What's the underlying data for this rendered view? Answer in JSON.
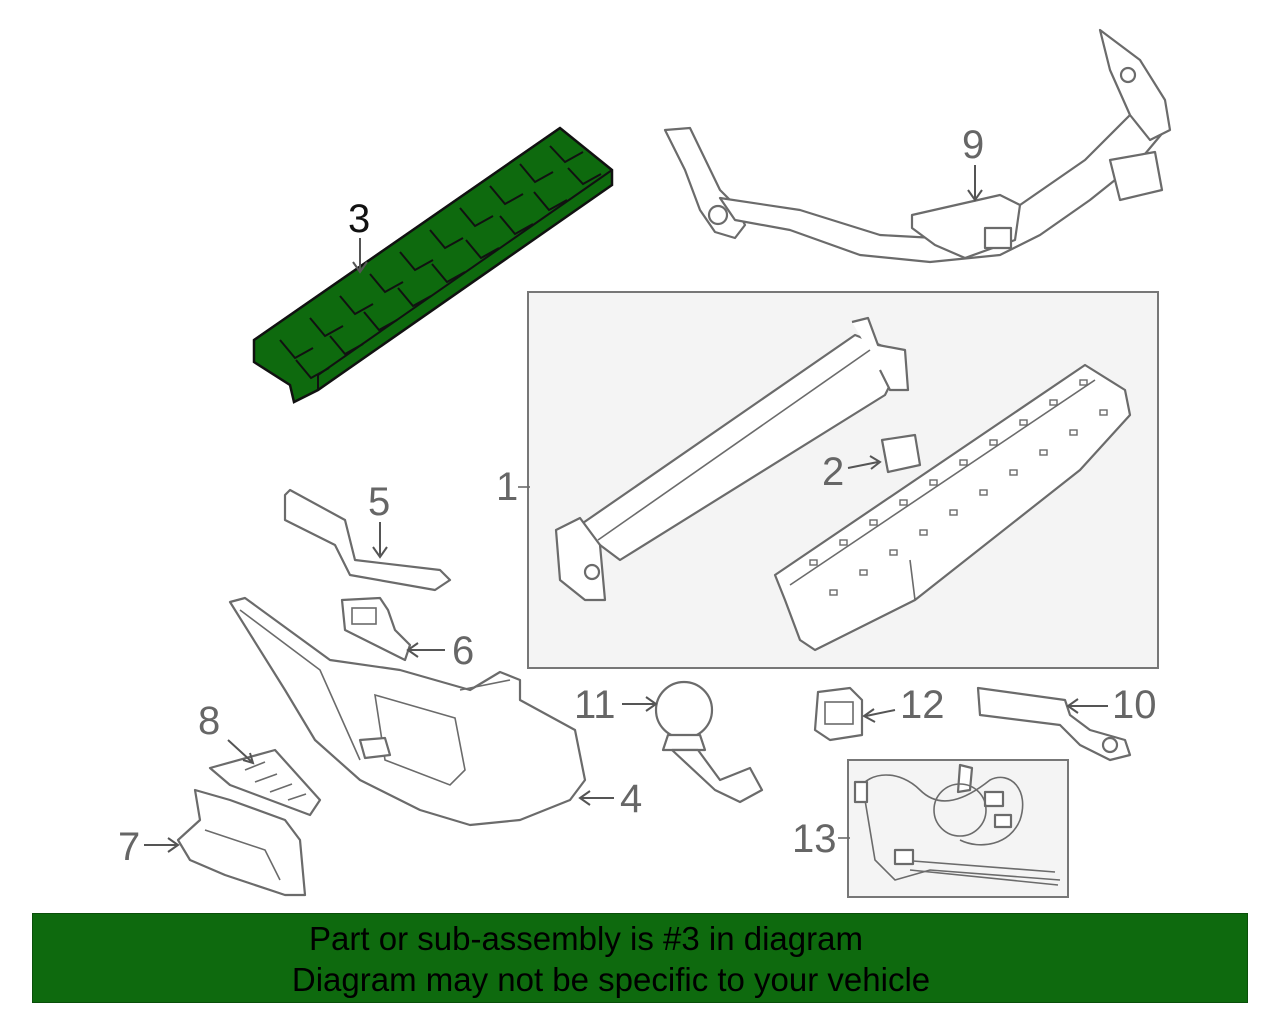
{
  "callouts": {
    "c1": "1",
    "c2": "2",
    "c3": "3",
    "c4": "4",
    "c5": "5",
    "c6": "6",
    "c7": "7",
    "c8": "8",
    "c9": "9",
    "c10": "10",
    "c11": "11",
    "c12": "12",
    "c13": "13"
  },
  "highlight_color": "#0e6a0e",
  "banner": {
    "line1": "Part or sub-assembly is #3 in diagram",
    "line2": "Diagram may not be specific to your vehicle"
  }
}
